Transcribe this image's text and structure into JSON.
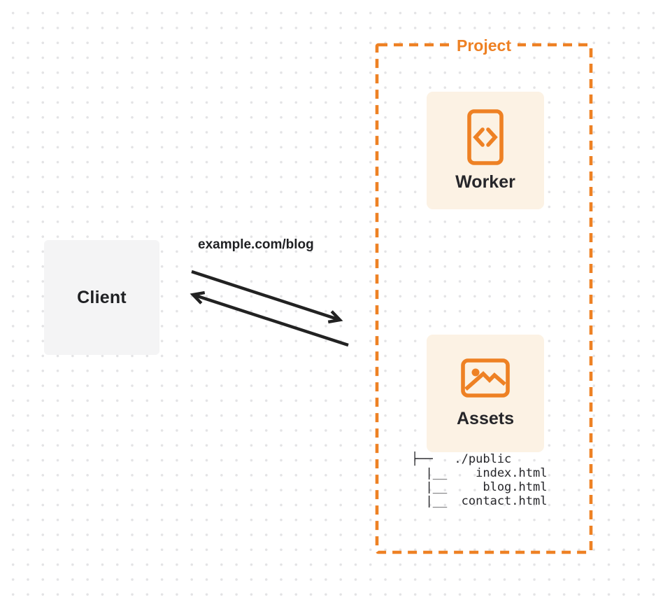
{
  "diagram": {
    "client": {
      "label": "Client"
    },
    "request": {
      "label": "example.com/blog"
    },
    "project": {
      "label": "Project",
      "worker": {
        "label": "Worker",
        "icon": "code-file-icon"
      },
      "assets": {
        "label": "Assets",
        "icon": "image-icon",
        "file_tree_text": "├──   ./public\n  |__    index.html\n  |__     blog.html\n  |__  contact.html",
        "files": [
          "./public",
          "index.html",
          "blog.html",
          "contact.html"
        ]
      }
    },
    "colors": {
      "accent_orange": "#ee8124",
      "card_background": "#fcf2e4",
      "client_background": "#f4f4f5",
      "ink": "#222222",
      "dot_grid": "#e3e3e5"
    }
  }
}
